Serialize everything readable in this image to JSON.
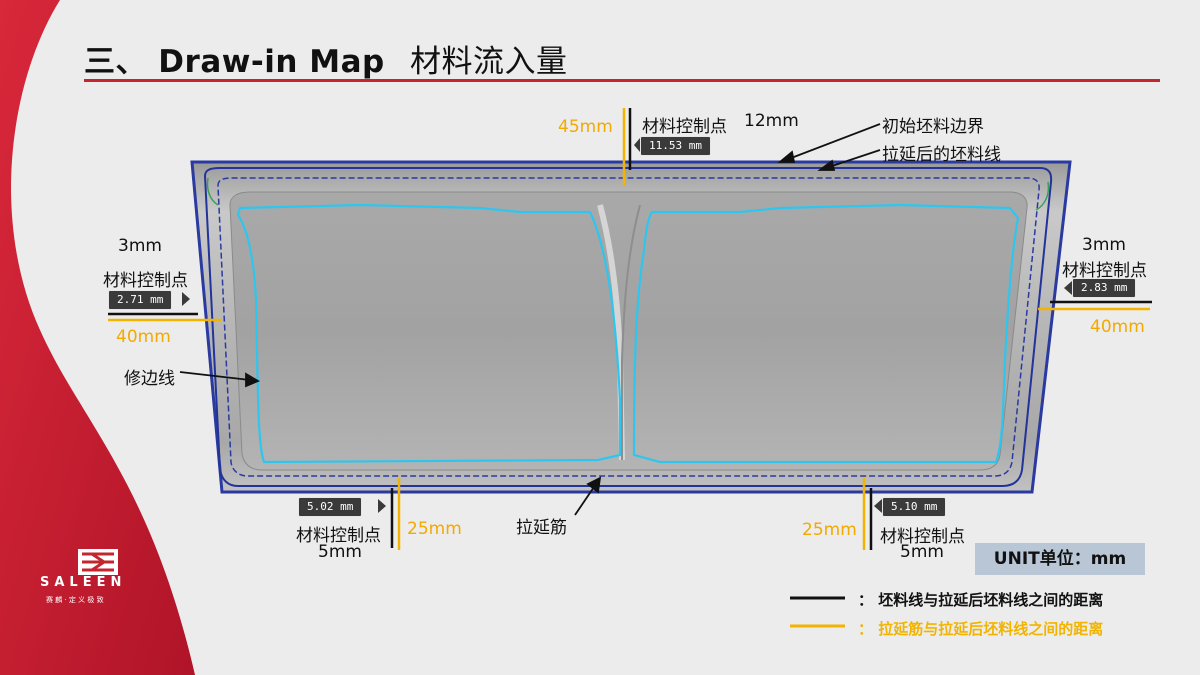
{
  "title": {
    "prefix": "三、",
    "main": "Draw-in Map",
    "cn": "材料流入量"
  },
  "logo": {
    "brand": "SALEEN",
    "tagline": "赛 麟 · 定 义 极 致"
  },
  "annotations": {
    "top": {
      "orange_value": "45mm",
      "label": "材料控制点",
      "black_value": "12mm",
      "gauge": "11.53 mm"
    },
    "left": {
      "black_value": "3mm",
      "label": "材料控制点",
      "gauge": "2.71 mm",
      "orange_value": "40mm"
    },
    "right": {
      "black_value": "3mm",
      "label": "材料控制点",
      "gauge": "2.83 mm",
      "orange_value": "40mm"
    },
    "bottom_left": {
      "gauge": "5.02 mm",
      "label": "材料控制点",
      "black_value": "5mm",
      "orange_value": "25mm"
    },
    "bottom_right": {
      "gauge": "5.10 mm",
      "label": "材料控制点",
      "black_value": "5mm",
      "orange_value": "25mm"
    },
    "initial_blank_edge": "初始坯料边界",
    "drawn_blank_line": "拉延后的坯料线",
    "trim_line": "修边线",
    "draw_bead": "拉延筋"
  },
  "unit_box": "UNIT单位：mm",
  "legend": [
    {
      "color": "#111111",
      "text": "：  坯料线与拉延后坯料线之间的距离"
    },
    {
      "color": "#f2b400",
      "text": "：  拉延筋与拉延后坯料线之间的距离"
    }
  ],
  "colors": {
    "accent_red": "#c4262e",
    "orange": "#f2b400",
    "cyan_trim": "#2ec6ee",
    "blank_blue": "#2a3aa0"
  }
}
